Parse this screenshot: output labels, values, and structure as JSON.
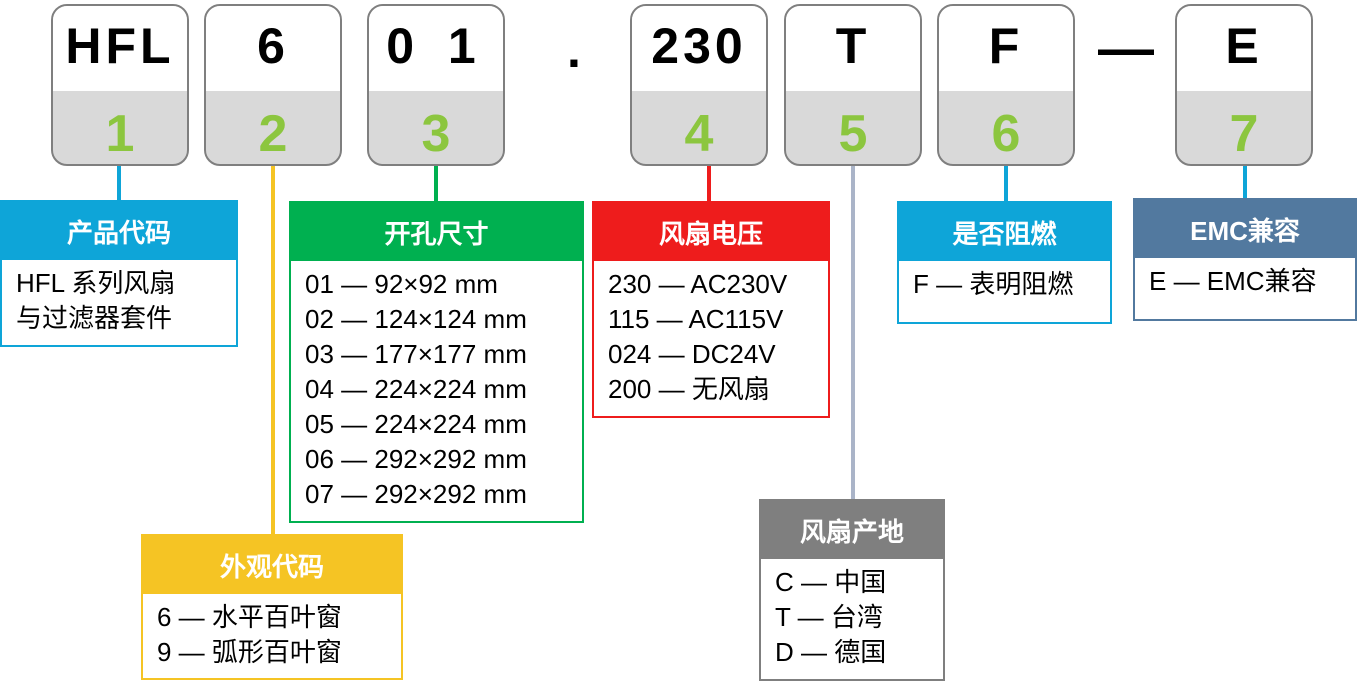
{
  "colors": {
    "blue": "#0ea5d8",
    "yellow": "#f5c424",
    "green": "#00b050",
    "red": "#ee1c1c",
    "grey": "#7f7f7f",
    "steel": "#52799f",
    "digit": "#8cc63f"
  },
  "segments": [
    {
      "code": "HFL",
      "num": "1"
    },
    {
      "code": "6",
      "num": "2"
    },
    {
      "code": "0 1",
      "num": "3"
    },
    {
      "code": "230",
      "num": "4"
    },
    {
      "code": "T",
      "num": "5"
    },
    {
      "code": "F",
      "num": "6"
    },
    {
      "code": "E",
      "num": "7"
    }
  ],
  "separators": {
    "dot": ".",
    "dash": "—"
  },
  "cards": {
    "product": {
      "title": "产品代码",
      "lines": [
        "HFL 系列风扇",
        "与过滤器套件"
      ]
    },
    "look": {
      "title": "外观代码",
      "lines": [
        "6 — 水平百叶窗",
        "9 — 弧形百叶窗"
      ]
    },
    "hole": {
      "title": "开孔尺寸",
      "lines": [
        "01 — 92×92 mm",
        "02 — 124×124 mm",
        "03 — 177×177 mm",
        "04 — 224×224 mm",
        "05 — 224×224 mm",
        "06 — 292×292 mm",
        "07 — 292×292 mm"
      ]
    },
    "voltage": {
      "title": "风扇电压",
      "lines": [
        "230 — AC230V",
        "115 — AC115V",
        "024 — DC24V",
        "200 — 无风扇"
      ]
    },
    "origin": {
      "title": "风扇产地",
      "lines": [
        "C — 中国",
        "T — 台湾",
        "D — 德国"
      ]
    },
    "flame": {
      "title": "是否阻燃",
      "lines": [
        "F — 表明阻燃"
      ]
    },
    "emc": {
      "title": "EMC兼容",
      "lines": [
        "E — EMC兼容"
      ]
    }
  }
}
